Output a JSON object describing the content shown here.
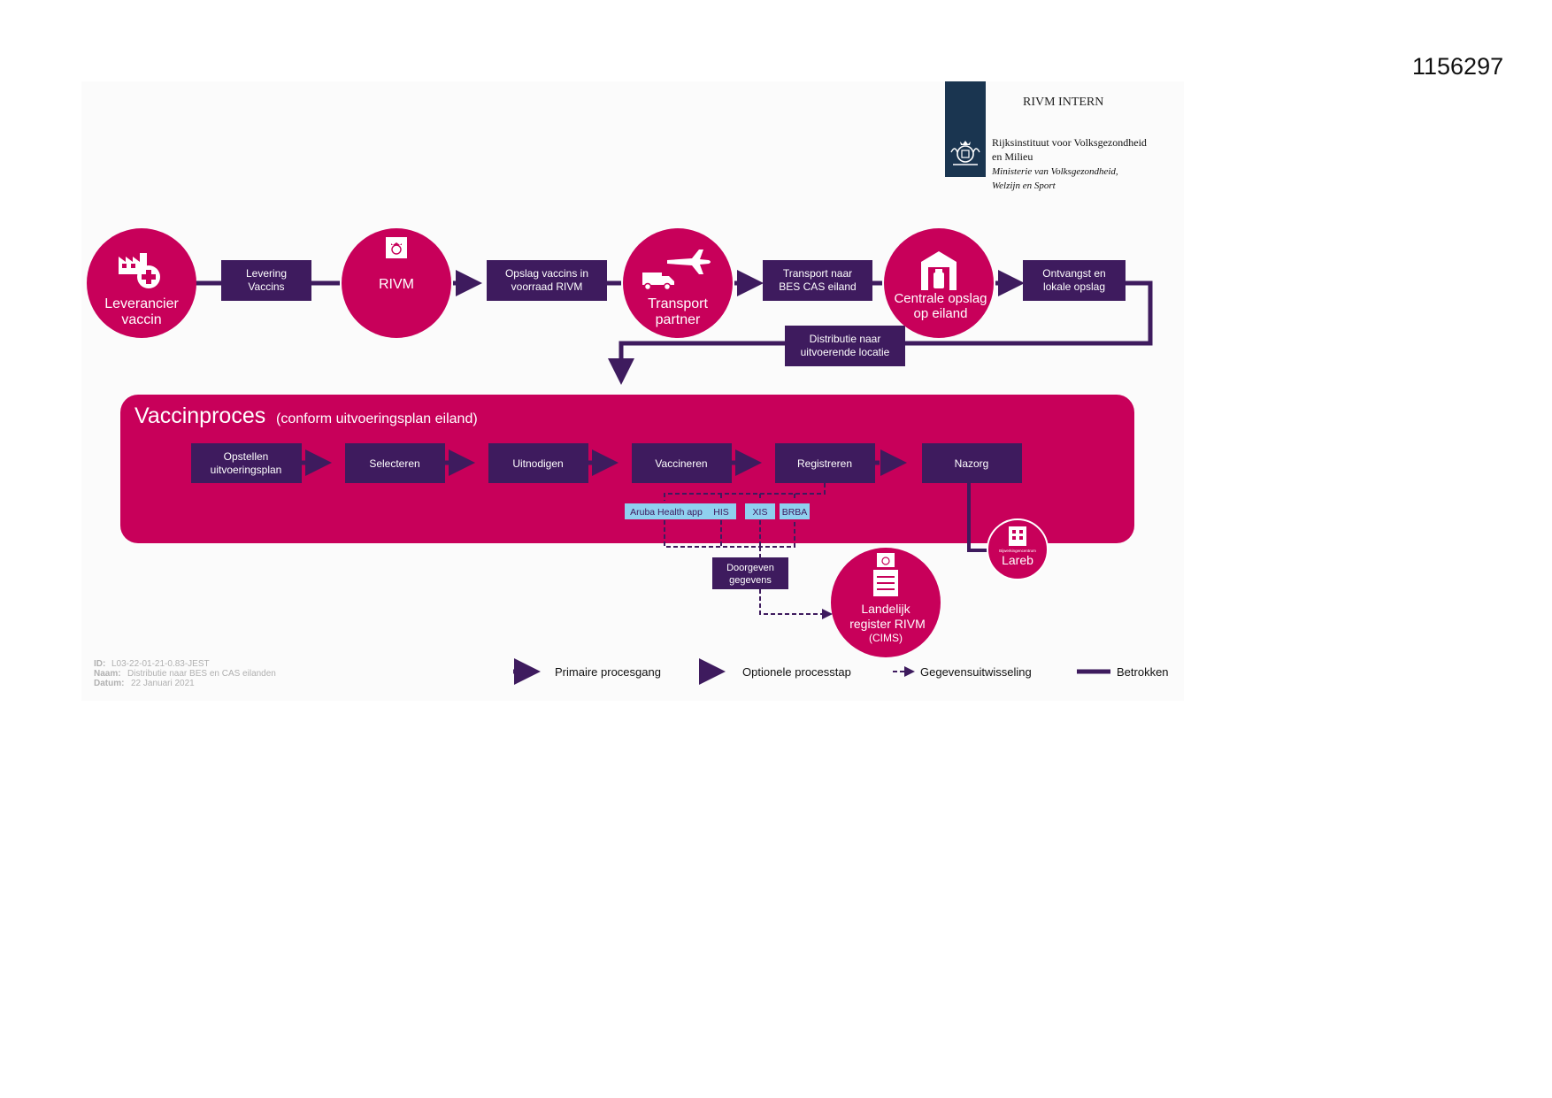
{
  "document_id": "1156297",
  "header": {
    "classification": "RIVM INTERN",
    "org_line1": "Rijksinstituut voor Volksgezondheid",
    "org_line2": "en Milieu",
    "ministry_line1": "Ministerie van Volksgezondheid,",
    "ministry_line2": "Welzijn en Sport"
  },
  "top_flow": {
    "circles": [
      {
        "id": "leverancier",
        "line1": "Leverancier",
        "line2": "vaccin",
        "icon": "factory-cross-icon"
      },
      {
        "id": "rivm",
        "line1": "RIVM",
        "line2": "",
        "icon": "rivm-crest-icon"
      },
      {
        "id": "transport",
        "line1": "Transport",
        "line2": "partner",
        "icon": "truck-plane-icon"
      },
      {
        "id": "centrale",
        "line1": "Centrale opslag",
        "line2": "op eiland",
        "icon": "warehouse-vial-icon"
      }
    ],
    "boxes": [
      {
        "id": "levering",
        "line1": "Levering",
        "line2": "Vaccins"
      },
      {
        "id": "opslag",
        "line1": "Opslag vaccins in",
        "line2": "voorraad RIVM"
      },
      {
        "id": "transport-naar",
        "line1": "Transport naar",
        "line2": "BES CAS eiland"
      },
      {
        "id": "ontvangst",
        "line1": "Ontvangst en",
        "line2": "lokale opslag"
      }
    ],
    "distributie": {
      "line1": "Distributie naar",
      "line2": "uitvoerende locatie"
    }
  },
  "vaccinproces": {
    "title": "Vaccinproces",
    "subtitle": "(conform uitvoeringsplan eiland)",
    "steps": [
      {
        "line1": "Opstellen",
        "line2": "uitvoeringsplan"
      },
      {
        "line1": "Selecteren",
        "line2": ""
      },
      {
        "line1": "Uitnodigen",
        "line2": ""
      },
      {
        "line1": "Vaccineren",
        "line2": ""
      },
      {
        "line1": "Registreren",
        "line2": ""
      },
      {
        "line1": "Nazorg",
        "line2": ""
      }
    ],
    "systems": [
      "Aruba Health app",
      "HIS",
      "XIS",
      "BRBA"
    ],
    "doorgeven": {
      "line1": "Doorgeven",
      "line2": "gegevens"
    }
  },
  "landelijk": {
    "line1": "Landelijk",
    "line2": "register RIVM",
    "line3": "(CIMS)",
    "icon": "server-rack-icon"
  },
  "lareb": {
    "label": "Lareb",
    "small": "Bijwerkingencentrum",
    "icon": "building-icon"
  },
  "meta": {
    "id_label": "ID:",
    "id_value": "L03-22-01-21-0.83-JEST",
    "naam_label": "Naam:",
    "naam_value": "Distributie naar BES en CAS eilanden",
    "datum_label": "Datum:",
    "datum_value": "22 Januari 2021"
  },
  "legend": [
    {
      "kind": "solid-arrow",
      "label": "Primaire procesgang"
    },
    {
      "kind": "dotted-arrow",
      "label": "Optionele processtap"
    },
    {
      "kind": "dashed-arrow",
      "label": "Gegevensuitwisseling"
    },
    {
      "kind": "line",
      "label": "Betrokken"
    }
  ],
  "colors": {
    "magenta": "#c8005a",
    "purple": "#3e1b5e",
    "light_blue": "#8fd0ef",
    "logo_navy": "#1a3550",
    "meta_gray": "#b0b0b0"
  }
}
